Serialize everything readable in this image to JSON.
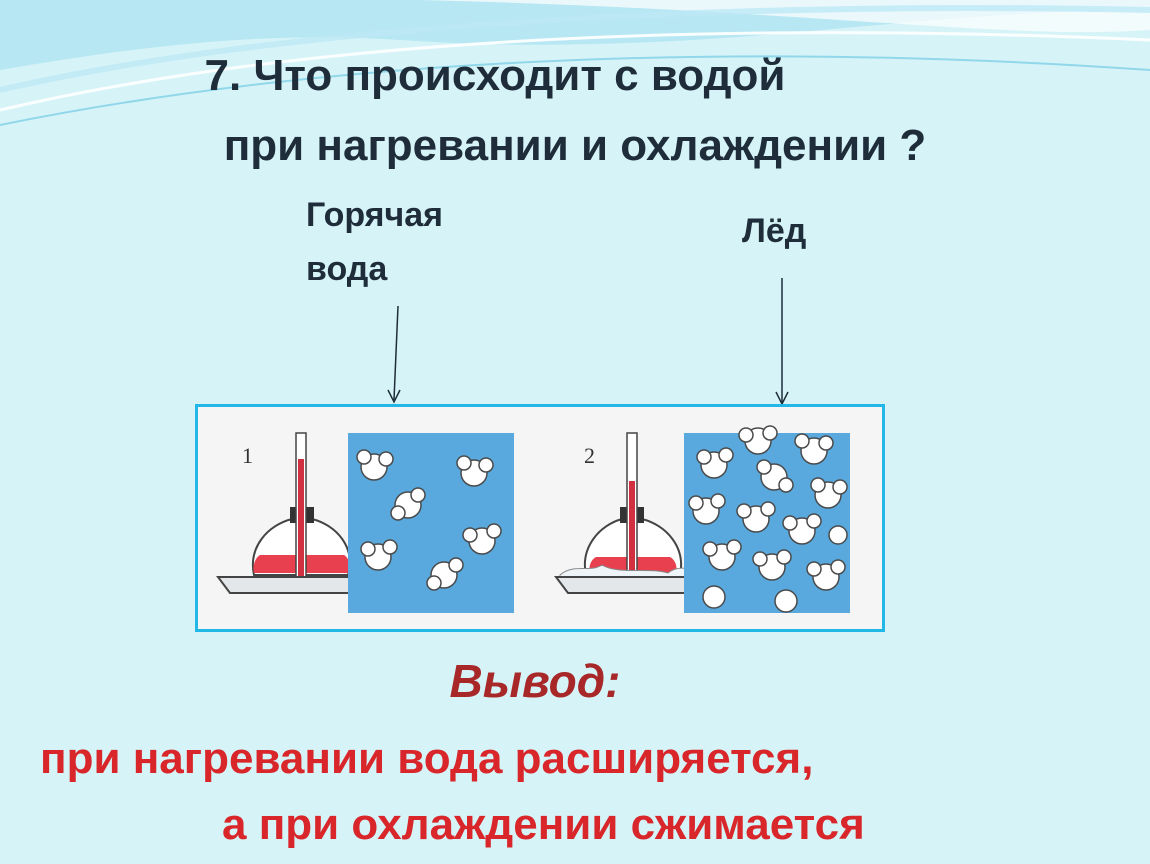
{
  "slide": {
    "title_line1": "7. Что происходит  с водой",
    "title_line2": "при нагревании и охлаждении ?"
  },
  "labels": {
    "hot_water": "Горячая вода",
    "ice": "Лёд"
  },
  "figure": {
    "panel1_number": "1",
    "panel2_number": "2"
  },
  "conclusion": {
    "heading": "Вывод:",
    "line1": "при нагревании вода расширяется,",
    "line2": "а при охлаждении сжимается"
  },
  "colors": {
    "background": "#d6f4f8",
    "title": "#1f2d3a",
    "conclusion_heading": "#a8282a",
    "conclusion_text": "#d8262a",
    "figure_border": "#21b8e8",
    "molecule_box": "#5aa9de"
  }
}
